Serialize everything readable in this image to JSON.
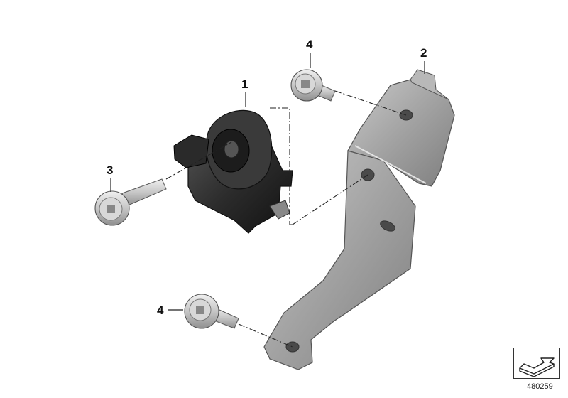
{
  "callouts": {
    "part_1": "1",
    "part_2": "2",
    "part_3": "3",
    "part_4_top": "4",
    "part_4_bottom": "4"
  },
  "diagram_number": "480259",
  "icons": {
    "navigation": "return-arrow-icon"
  },
  "colors": {
    "sensor_body": "#2c2c2c",
    "bracket": "#9a9a9a",
    "bolt": "#c8c8c8",
    "lines": "#222222"
  }
}
